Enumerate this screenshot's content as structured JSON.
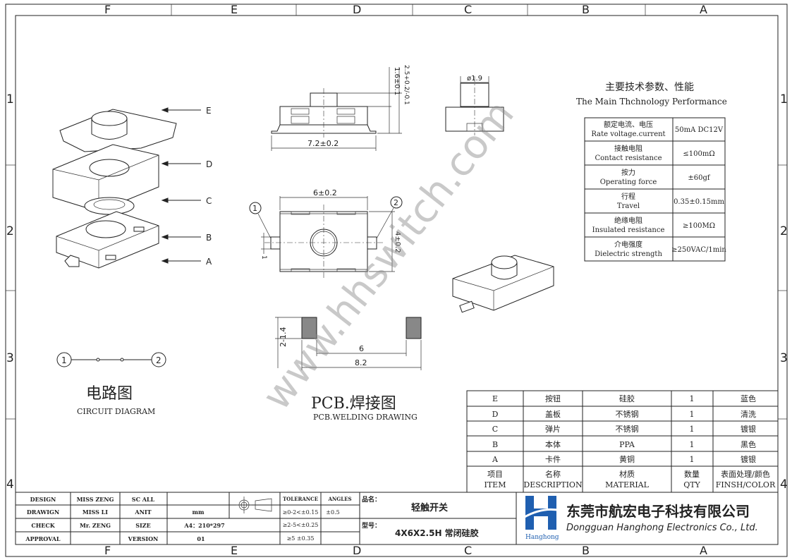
{
  "frame": {
    "zones_top": [
      "F",
      "E",
      "D",
      "C",
      "B",
      "A"
    ],
    "zones_side": [
      "1",
      "2",
      "3",
      "4"
    ]
  },
  "exploded_view": {
    "labels": [
      "E",
      "D",
      "C",
      "B",
      "A"
    ]
  },
  "dimensions": {
    "height_total": "2.5+0.2/-0.1",
    "height_body": "1.6±0.1",
    "length": "7.2±0.2",
    "button_dia": "ø1.9",
    "width": "6±0.2",
    "depth": "4±0.2",
    "pad_small": "1",
    "pin1": "1",
    "pin2": "2",
    "pcb_pad": "2-1.4",
    "pcb_inner": "6",
    "pcb_outer": "8.2"
  },
  "circuit": {
    "title_cn": "电路图",
    "title_en": "CIRCUIT DIAGRAM",
    "pin1": "1",
    "pin2": "2"
  },
  "pcb": {
    "title_cn": "PCB.焊接图",
    "title_en": "PCB.WELDING DRAWING"
  },
  "watermark": "www.hhswitch.com",
  "specs": {
    "title_cn": "主要技术参数、性能",
    "title_en": "The Main Thchnology Performance",
    "rows": [
      {
        "cn": "额定电流、电压",
        "en": "Rate voltage.current",
        "value": "50mA DC12V"
      },
      {
        "cn": "接触电阻",
        "en": "Contact resistance",
        "value": "≤100mΩ"
      },
      {
        "cn": "按力",
        "en": "Operating force",
        "value": "±60gf"
      },
      {
        "cn": "行程",
        "en": "Travel",
        "value": "0.35±0.15mm"
      },
      {
        "cn": "绝缘电阻",
        "en": "Insulated resistance",
        "value": "≥100MΩ"
      },
      {
        "cn": "介电强度",
        "en": "Dielectric strength",
        "value": "≥250VAC/1min"
      }
    ]
  },
  "bom": {
    "rows": [
      {
        "item": "E",
        "desc": "按钮",
        "material": "硅胶",
        "qty": "1",
        "finish": "蓝色"
      },
      {
        "item": "D",
        "desc": "盖板",
        "material": "不锈钢",
        "qty": "1",
        "finish": "清洗"
      },
      {
        "item": "C",
        "desc": "弹片",
        "material": "不锈钢",
        "qty": "1",
        "finish": "镀银"
      },
      {
        "item": "B",
        "desc": "本体",
        "material": "PPA",
        "qty": "1",
        "finish": "黑色"
      },
      {
        "item": "A",
        "desc": "卡件",
        "material": "黄铜",
        "qty": "1",
        "finish": "镀银"
      }
    ],
    "header": {
      "item_cn": "项目",
      "item_en": "ITEM",
      "desc_cn": "名称",
      "desc_en": "DESCRIPTION",
      "material_cn": "材质",
      "material_en": "MATERIAL",
      "qty_cn": "数量",
      "qty_en": "QTY",
      "finish_cn": "表面处理/颜色",
      "finish_en": "FINSH/COLOR"
    }
  },
  "title_block": {
    "design_label": "DESIGN",
    "design_value": "MISS ZENG",
    "scale_label": "SC ALL",
    "scale_value": "",
    "drawing_label": "DRAWIGN",
    "drawing_value": "MISS LI",
    "unit_label": "ANIT",
    "unit_value": "mm",
    "check_label": "CHECK",
    "check_value": "Mr. ZENG",
    "size_label": "SIZE",
    "size_value": "A4：210*297",
    "approval_label": "APPROVAL",
    "approval_value": "",
    "version_label": "VERSION",
    "version_value": "01",
    "tolerance_label": "TOLERANCE",
    "angles_label": "ANGLES",
    "tol1": "≥0-2<±0.15",
    "tol2": "≥2-5<±0.25",
    "tol3": "≥5  ±0.35",
    "angle1": "±0.5",
    "name_label": "品名：",
    "name_value": "轻触开关",
    "model_label": "型号：",
    "model_value": "4X6X2.5H 常闭硅胶"
  },
  "company": {
    "name_cn": "东莞市航宏电子科技有限公司",
    "name_en": "Dongguan Hanghong Electronics Co., Ltd.",
    "logo_text": "Hanghong",
    "brand_color": "#1f5fb0"
  }
}
